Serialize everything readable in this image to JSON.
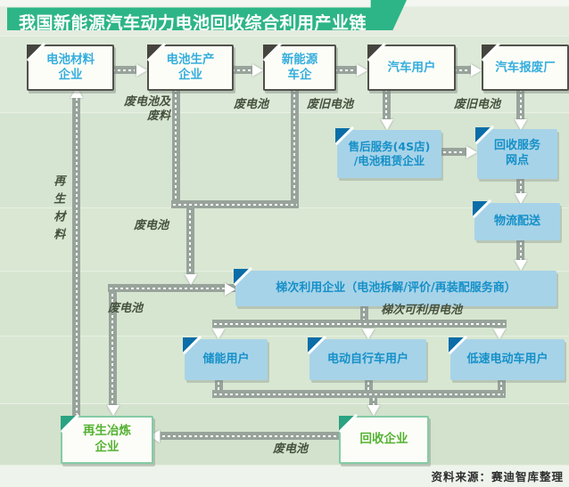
{
  "title": "我国新能源汽车动力电池回收综合利用产业链",
  "source_note": "资料来源：赛迪智库整理",
  "nodes": {
    "material": "电池材料\n企业",
    "producer": "电池生产\n企业",
    "nev_maker": "新能源\n车企",
    "car_user": "汽车用户",
    "scrap_plant": "汽车报废厂",
    "after_sales": "售后服务(4S店)\n/电池租赁企业",
    "recycle_network": "回收服务\n网点",
    "logistics": "物流配送",
    "cascade": "梯次利用企业（电池拆解/评价/再装配服务商）",
    "storage_user": "储能用户",
    "ebike_user": "电动自行车用户",
    "lsev_user": "低速电动车用户",
    "smelter": "再生冶炼\n企业",
    "recycler": "回收企业"
  },
  "flow_labels": {
    "scrap_and_waste": "废电池及\n废料",
    "waste_battery_top": "废电池",
    "old_battery_left": "废旧电池",
    "old_battery_right": "废旧电池",
    "recycled_material": "再生材料",
    "waste_battery_mid": "废电池",
    "waste_battery_left": "废电池",
    "cascade_usable": "梯次可利用电池",
    "waste_battery_bottom": "废电池"
  },
  "colors": {
    "banner_green": "#2db587",
    "node_text_blue": "#35aede",
    "blue_box_bg": "#a7d3e8",
    "blue_box_text": "#1590c8",
    "green_text": "#54b231",
    "connector_gray": "#98a39b"
  }
}
